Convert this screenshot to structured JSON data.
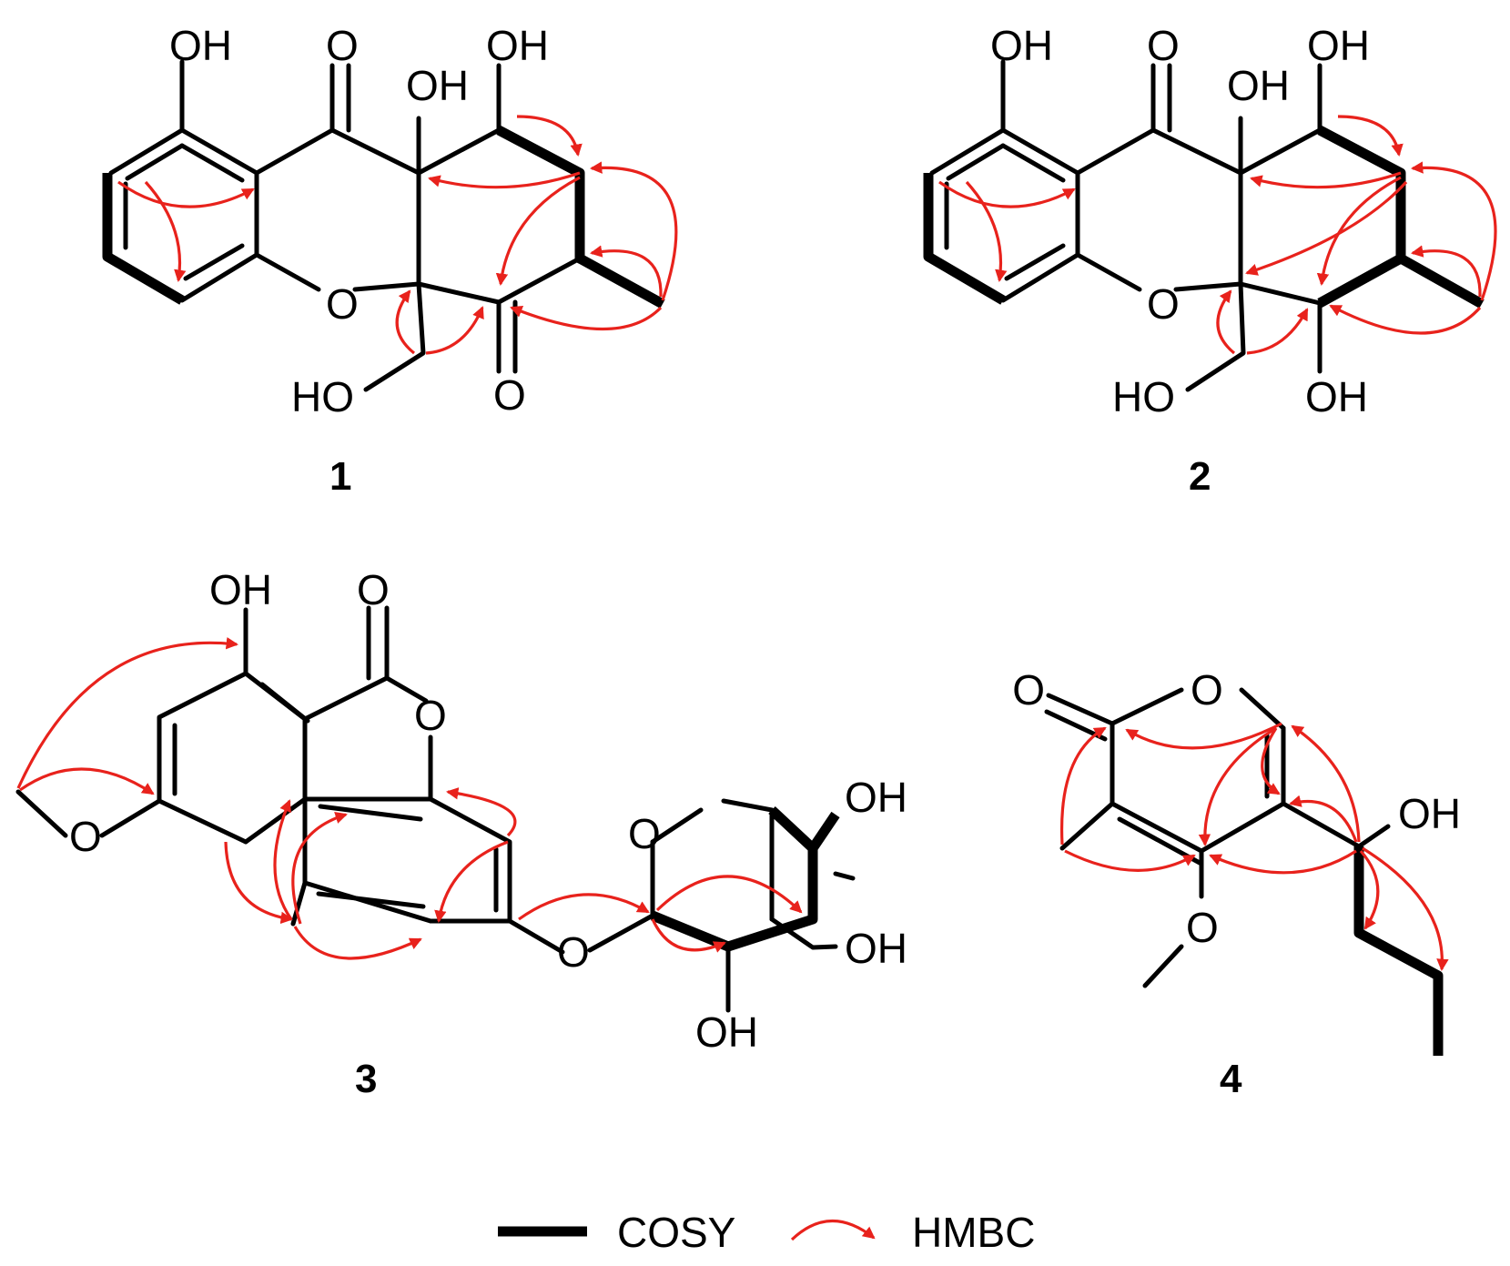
{
  "compounds": [
    {
      "id": "1",
      "label": "1"
    },
    {
      "id": "2",
      "label": "2"
    },
    {
      "id": "3",
      "label": "3"
    },
    {
      "id": "4",
      "label": "4"
    }
  ],
  "labels": {
    "c1": {
      "oh_phenol": "OH",
      "o_ketone": "O",
      "oh_tert": "OH",
      "oh_top": "OH",
      "o_ring": "O",
      "ho_bottom": "HO",
      "o_ketone2": "O"
    },
    "c2": {
      "oh_phenol": "OH",
      "o_ketone": "O",
      "oh_tert": "OH",
      "oh_top": "OH",
      "o_ring": "O",
      "ho_bottom": "HO",
      "oh_bottom": "OH"
    },
    "c3": {
      "oh_phenol": "OH",
      "o_carbonyl": "O",
      "o_ring": "O",
      "o_methoxy": "O",
      "o_glyco": "O",
      "o_sugar_ring": "O",
      "oh_s1": "OH",
      "oh_s2": "OH",
      "oh_s3": "OH"
    },
    "c4": {
      "o_carbonyl": "O",
      "o_ring": "O",
      "oh": "OH",
      "o_methoxy": "O"
    }
  },
  "legend": {
    "cosy": "COSY",
    "hmbc": "HMBC"
  },
  "colors": {
    "bond": "#000000",
    "hmbc": "#e8221c"
  }
}
